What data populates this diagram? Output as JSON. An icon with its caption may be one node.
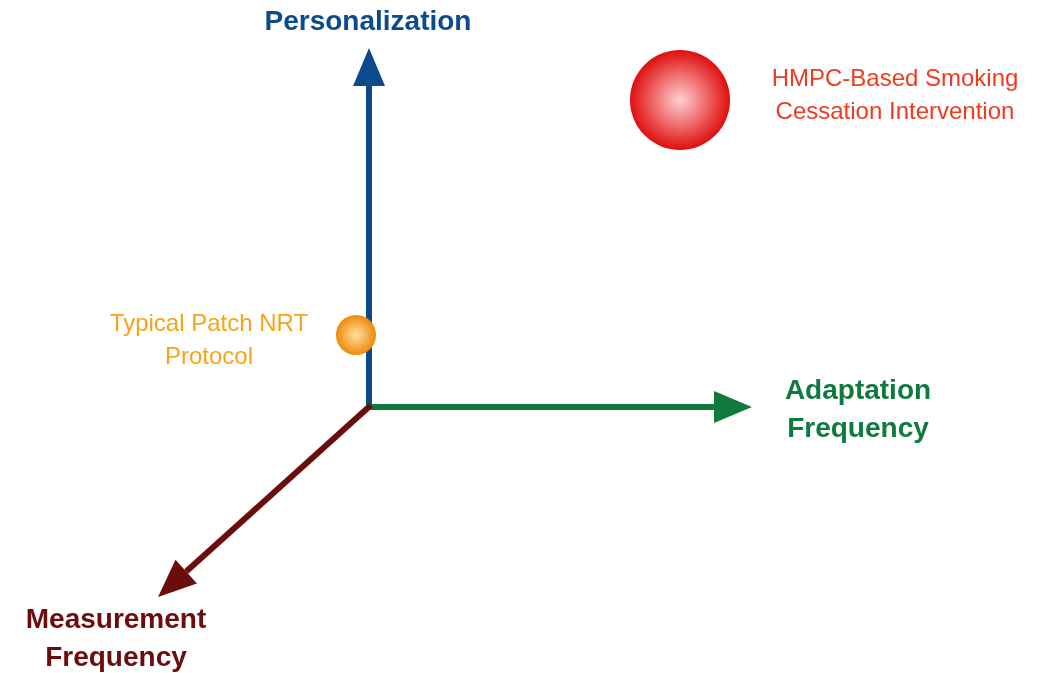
{
  "diagram": {
    "nodes": [
      {
        "text": [],
        "shape": "circle",
        "beside": [
          "HMPC-Based Smoking Cessation Intervention"
        ]
      },
      {
        "text": [],
        "shape": "circle",
        "beside": [
          "Typical Patch NRT Protocol"
        ]
      }
    ],
    "labels": [
      "Personalization",
      "Adaptation Frequency",
      "Measurement Frequency"
    ]
  }
}
